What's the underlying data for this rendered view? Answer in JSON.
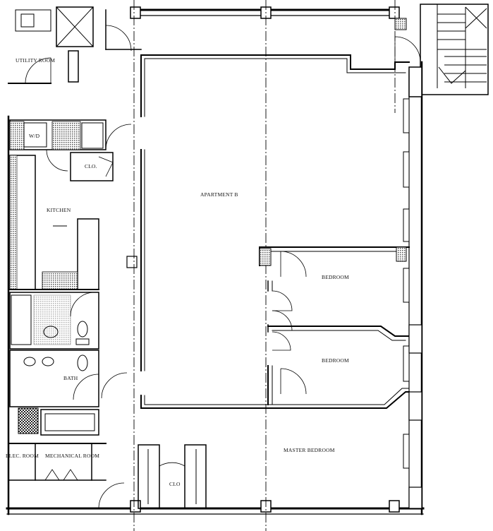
{
  "rooms": {
    "utility": "UTILITY ROOM",
    "wd": "W/D",
    "clo_small": "CLO.",
    "kitchen": "KITCHEN",
    "apartment": "APARTMENT B",
    "bedroom_1": "BEDROOM",
    "bedroom_2": "BEDROOM",
    "bath": "BATH",
    "mechanical": "MECHANICAL ROOM",
    "elec": "ELEC. ROOM",
    "clo_lower": "CLO",
    "master": "MASTER BEDROOM"
  },
  "colors": {
    "line": "#000000",
    "background": "#ffffff",
    "hatch": "#555555"
  }
}
